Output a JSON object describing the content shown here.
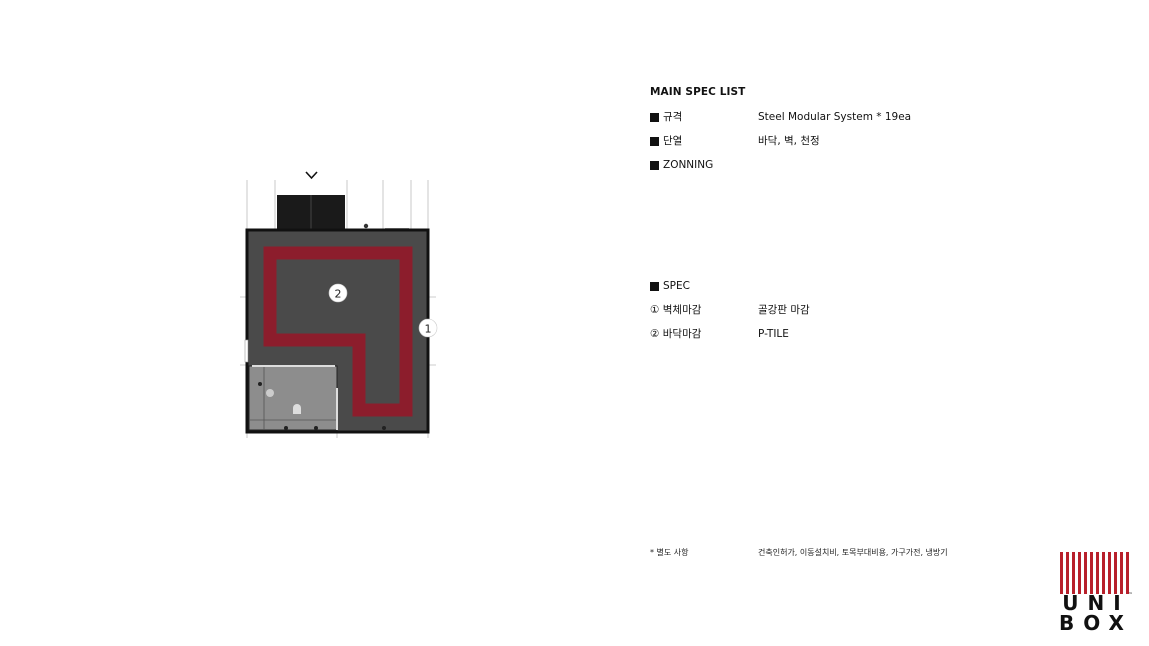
{
  "spec": {
    "title": "MAIN SPEC LIST",
    "general": [
      {
        "label": "규격",
        "value": "Steel Modular System * 19ea"
      },
      {
        "label": "단열",
        "value": "바닥, 벽, 천정"
      },
      {
        "label": "ZONNING",
        "value": ""
      }
    ],
    "spec_heading": "SPEC",
    "finishes": [
      {
        "label": "① 벽체마감",
        "value": "골강판 마감"
      },
      {
        "label": "② 바닥마감",
        "value": "P-TILE"
      }
    ]
  },
  "note": {
    "label": "* 별도 사항",
    "value": "건축인허가, 이동설치비, 토목부대비용, 가구가전, 냉방기"
  },
  "plan": {
    "marker_1": "1",
    "marker_2": "2"
  },
  "logo": {
    "line1": "UNI",
    "line2": "BOX",
    "tm": "™"
  },
  "colors": {
    "floor": "#4a4a4a",
    "path": "#8c1d2c",
    "stripe": "#b8202b",
    "text": "#111111"
  }
}
